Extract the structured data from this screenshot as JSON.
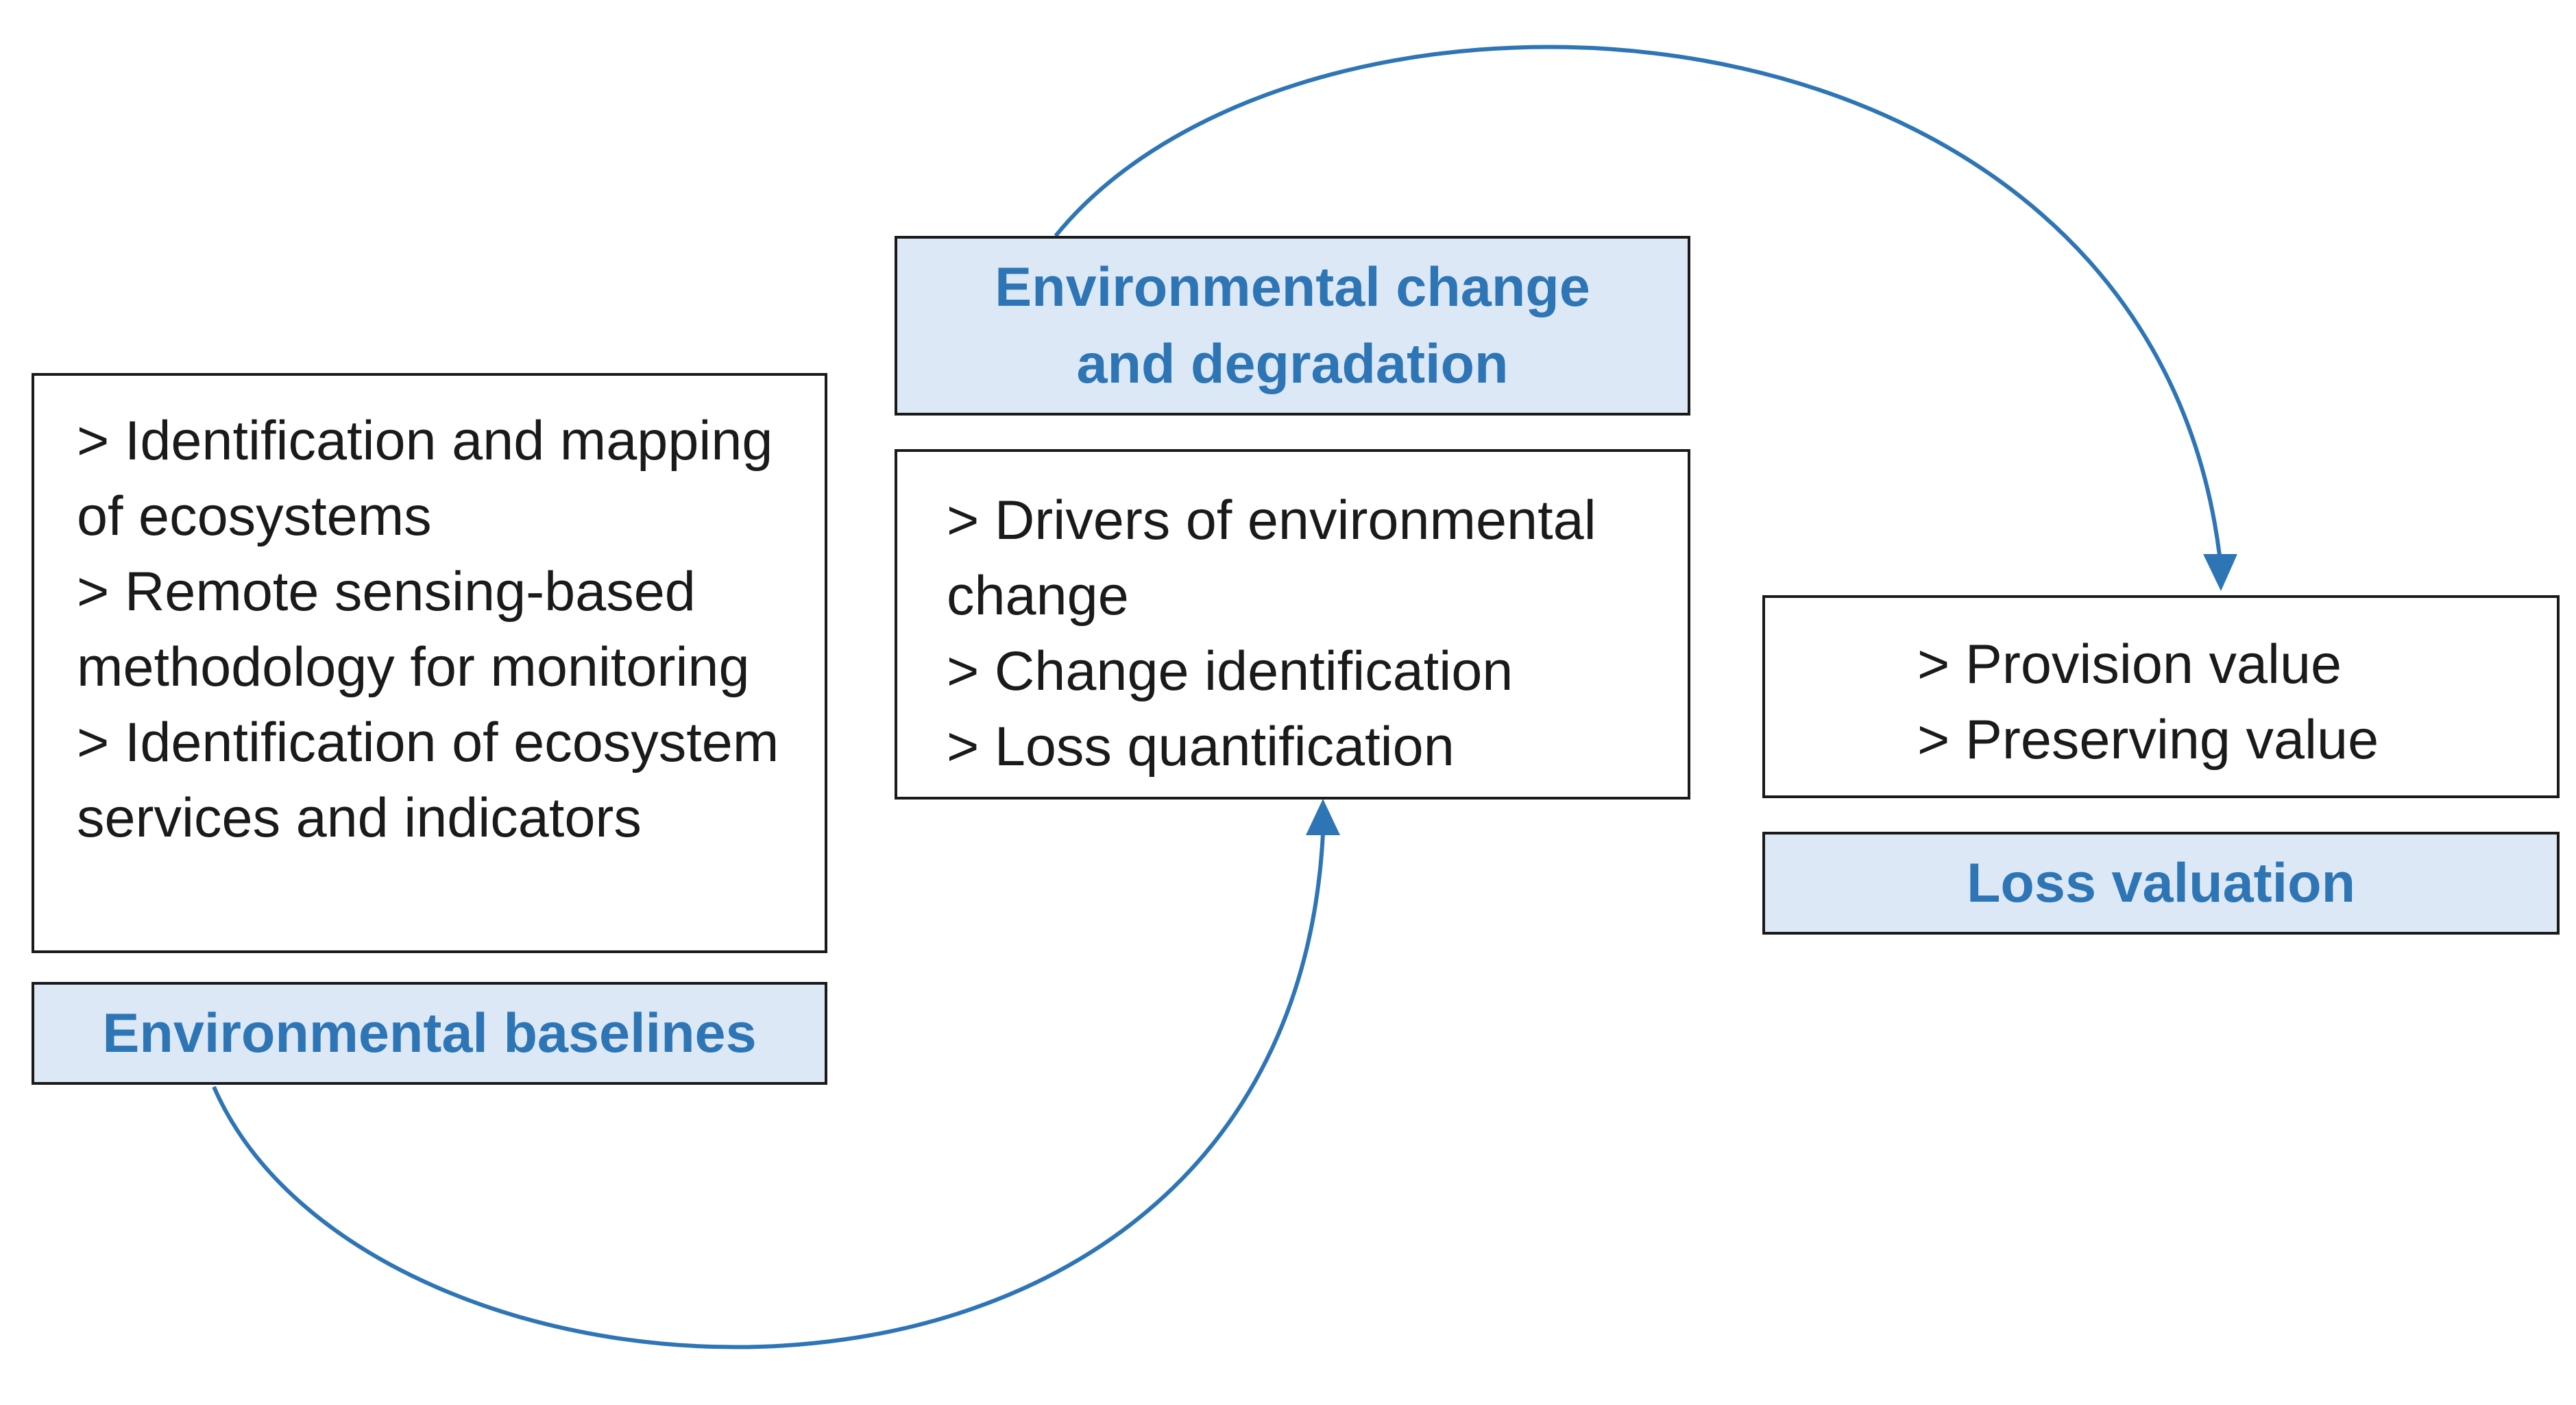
{
  "stages": [
    {
      "title": "Environmental baselines",
      "items": [
        "Identification and mapping of ecosystems",
        "Remote sensing-based methodology for monitoring",
        "Identification of ecosystem services and indicators"
      ]
    },
    {
      "title": "Environmental change and degradation",
      "items": [
        "Drivers of environmental change",
        "Change identification",
        "Loss quantification"
      ]
    },
    {
      "title": "Loss valuation",
      "items": [
        "Provision value",
        "Preserving value"
      ]
    }
  ],
  "colors": {
    "accent": "#2e75b6",
    "header_fill": "#dce8f5",
    "border": "#1a1a1a",
    "text": "#1a1a1a"
  }
}
